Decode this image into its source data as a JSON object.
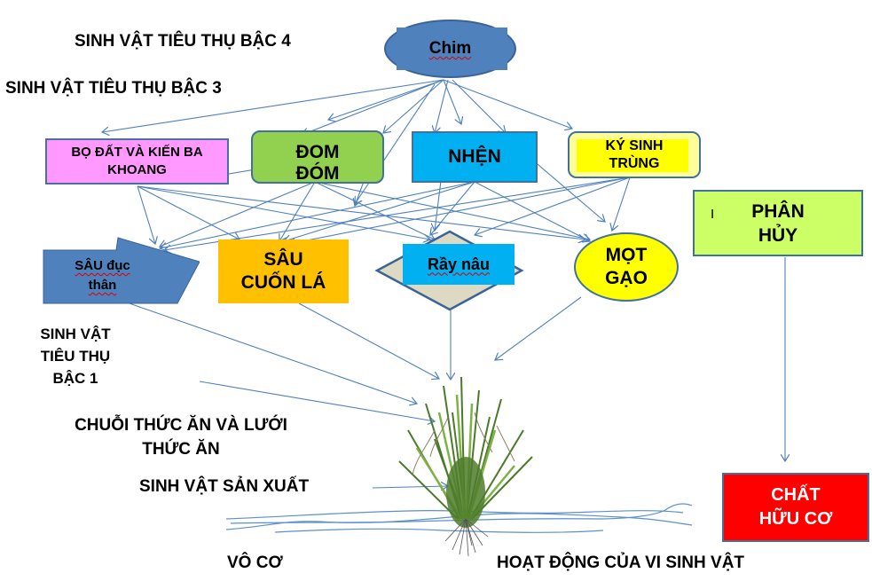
{
  "labels": {
    "consumer4": "SINH VẬT TIÊU THỤ BẬC 4",
    "consumer3": "SINH VẬT TIÊU THỤ BẬC 3",
    "consumer1": "SINH VẬT TIÊU THỤ BẬC 1",
    "title": "CHUỖI THỨC ĂN VÀ LƯỚI THỨC ĂN",
    "producer": "SINH VẬT SẢN XUẤT",
    "inorganic": "VÔ CƠ",
    "microbes": "HOẠT ĐỘNG CỦA VI SINH VẬT"
  },
  "nodes": {
    "chim": {
      "label": "Chim",
      "color": "#4f81bd"
    },
    "bo_dat": {
      "label": "BỌ ĐẤT VÀ KIẾN BA KHOANG",
      "color": "#ff99ff"
    },
    "dom_dom": {
      "label": "ĐOM ĐÓM",
      "color": "#92d050"
    },
    "nhen": {
      "label": "NHỆN",
      "color": "#00b0f0"
    },
    "ky_sinh": {
      "label": "KÝ SINH TRÙNG",
      "color": "#ffff00"
    },
    "phan_huy": {
      "label": "PHÂN HỦY",
      "marker": "I",
      "color": "#ccff66"
    },
    "sau_duc_than": {
      "label": "SÂU đục thân",
      "color": "#4f81bd"
    },
    "sau_cuon_la": {
      "label": "SÂU CUỐN LÁ",
      "color": "#ffc000"
    },
    "ray_nau": {
      "label": "Rầy nâu",
      "color": "#00b0f0",
      "shape_color": "#ddd9c3"
    },
    "mot_gao": {
      "label": "MỌT GẠO",
      "color": "#ffff00"
    },
    "chat_huu_co": {
      "label": "CHẤT HỮU CƠ",
      "color": "#ff0000"
    },
    "rice_plant": {
      "label": "rice plant"
    }
  },
  "edge_color": "#4f81bd"
}
